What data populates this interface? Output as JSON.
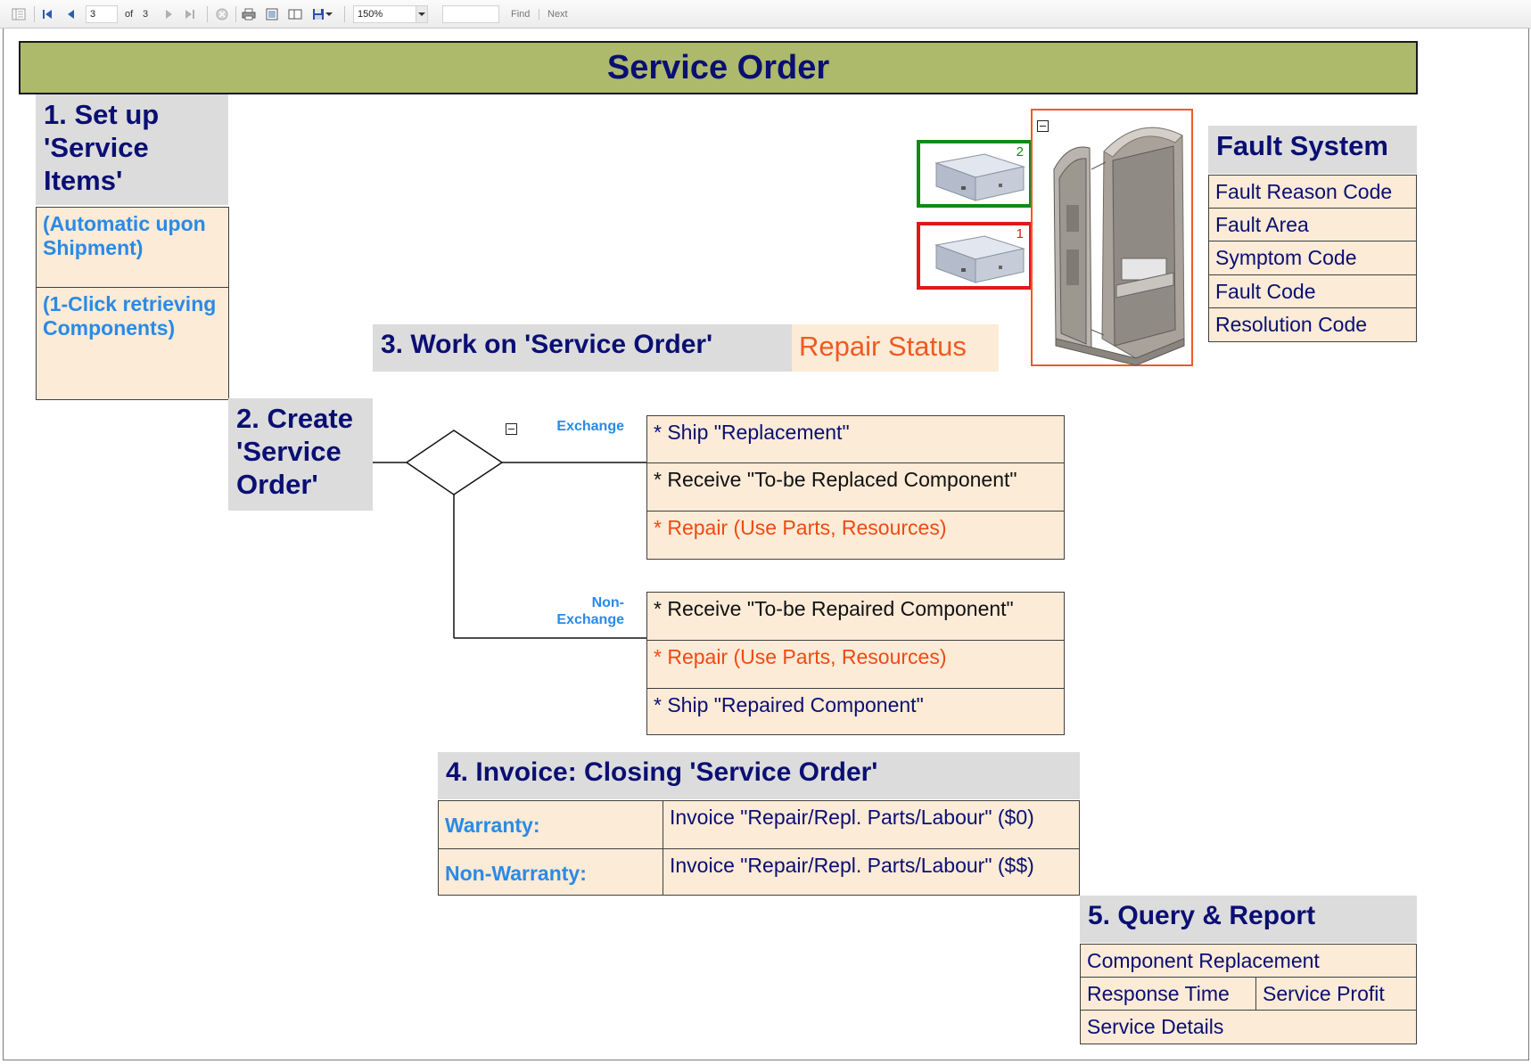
{
  "toolbar": {
    "page_current": "3",
    "page_of": "of",
    "page_total": "3",
    "zoom": "150%",
    "find_value": "",
    "find_label": "Find",
    "next_label": "Next"
  },
  "report": {
    "title": "Service Order",
    "step1": {
      "header": "1. Set up 'Service Items'",
      "items": [
        "(Automatic upon Shipment)",
        "(1-Click retrieving Components)"
      ]
    },
    "step2": {
      "header": "2. Create 'Service Order'"
    },
    "step3": {
      "header": "3. Work on 'Service Order'",
      "status": "Repair Status"
    },
    "branches": {
      "exchange_label": "Exchange",
      "non_exchange_label": "Non-\nExchange",
      "exchange_items": [
        "* Ship \"Replacement\"",
        "* Receive \"To-be Replaced Component\"",
        "* Repair (Use Parts, Resources)"
      ],
      "non_exchange_items": [
        "* Receive \"To-be Repaired Component\"",
        "* Repair (Use Parts, Resources)",
        "* Ship \"Repaired Component\""
      ]
    },
    "step4": {
      "header": "4. Invoice: Closing 'Service Order'",
      "rows": [
        {
          "label": "Warranty:",
          "value": "Invoice \"Repair/Repl. Parts/Labour\" ($0)"
        },
        {
          "label": "Non-Warranty:",
          "value": "Invoice \"Repair/Repl. Parts/Labour\" ($$)"
        }
      ]
    },
    "step5": {
      "header": "5. Query & Report",
      "component_replacement": "Component Replacement",
      "response_time": "Response Time",
      "service_profit": "Service Profit",
      "service_details": "Service Details"
    },
    "fault_system": {
      "header": "Fault System",
      "items": [
        "Fault Reason Code",
        "Fault Area",
        "Symptom Code",
        "Fault Code",
        "Resolution Code"
      ]
    },
    "images": {
      "thumb_green_badge": "2",
      "thumb_red_badge": "1",
      "colors": {
        "green": "#0f8a1a",
        "red": "#e01818",
        "orange": "#f05a20"
      }
    }
  }
}
